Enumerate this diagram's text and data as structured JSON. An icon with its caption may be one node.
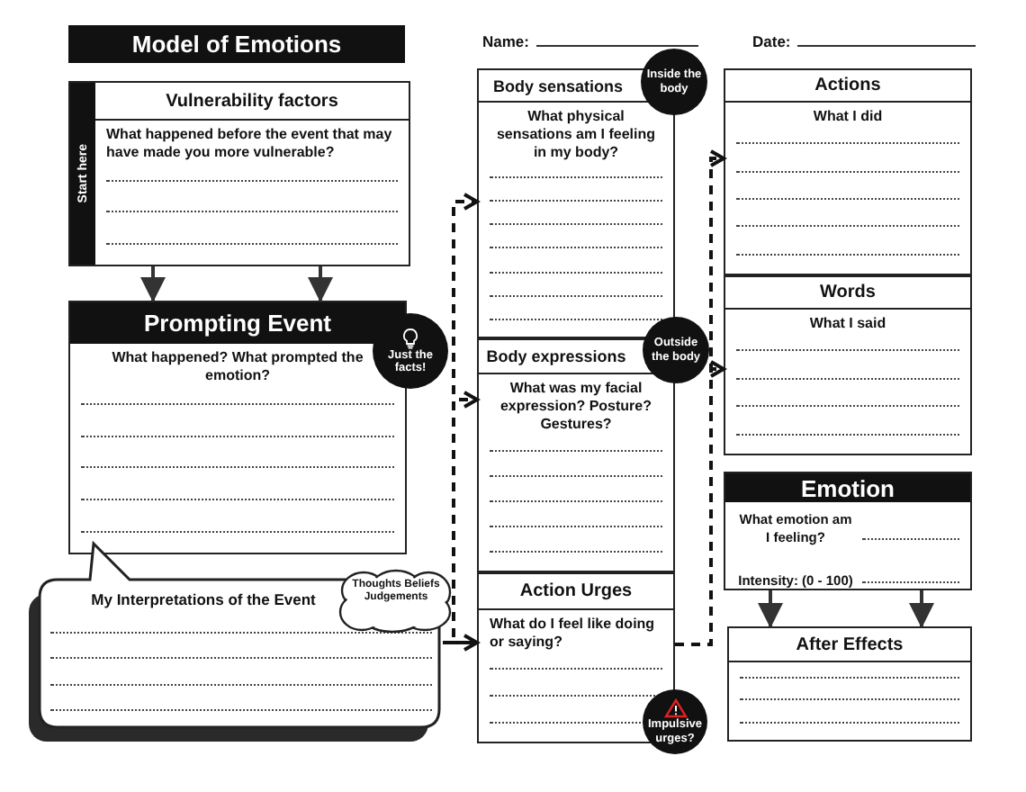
{
  "diagram": {
    "title": "Model of Emotions",
    "nodes": [
      {
        "text": [
          "Start here",
          "Vulnerability factors",
          "What happened before the event that may have made you more vulnerable?"
        ]
      },
      {
        "text": [
          "Prompting Event",
          "What happened? What prompted the emotion?"
        ]
      },
      {
        "text": [
          "Just the facts!"
        ]
      },
      {
        "text": [
          "My Interpretations of the Event"
        ]
      },
      {
        "text": [
          "Thoughts Beliefs Judgements"
        ]
      },
      {
        "text": [
          "Body sensations",
          "What physical sensations am I feeling in my body?"
        ]
      },
      {
        "text": [
          "Inside the body"
        ]
      },
      {
        "text": [
          "Body expressions",
          "What was my facial expression? Posture? Gestures?"
        ]
      },
      {
        "text": [
          "Outside the body"
        ]
      },
      {
        "text": [
          "Action Urges",
          "What do I feel like doing or saying?"
        ]
      },
      {
        "text": [
          "Impulsive urges?"
        ]
      },
      {
        "text": [
          "Actions",
          "What I did"
        ]
      },
      {
        "text": [
          "Words",
          "What I said"
        ]
      },
      {
        "text": [
          "Emotion",
          "What emotion am I feeling?",
          "Intensity: (0 - 100)"
        ]
      },
      {
        "text": [
          "After Effects"
        ]
      }
    ],
    "edges": [
      {
        "from": 0,
        "to": 1,
        "arrow": "to"
      },
      {
        "from": 0,
        "to": 1,
        "arrow": "to"
      },
      {
        "from": 3,
        "to": 5,
        "arrow": "to",
        "style": "dashed"
      },
      {
        "from": 3,
        "to": 7,
        "arrow": "to",
        "style": "dashed"
      },
      {
        "from": 3,
        "to": 9,
        "arrow": "to"
      },
      {
        "from": 9,
        "to": 11,
        "arrow": "to",
        "style": "dashed"
      },
      {
        "from": 9,
        "to": 12,
        "arrow": "to",
        "style": "dashed"
      },
      {
        "from": 13,
        "to": 14,
        "arrow": "to"
      },
      {
        "from": 13,
        "to": 14,
        "arrow": "to"
      }
    ],
    "labels": [
      "Name:",
      "Date:"
    ]
  }
}
